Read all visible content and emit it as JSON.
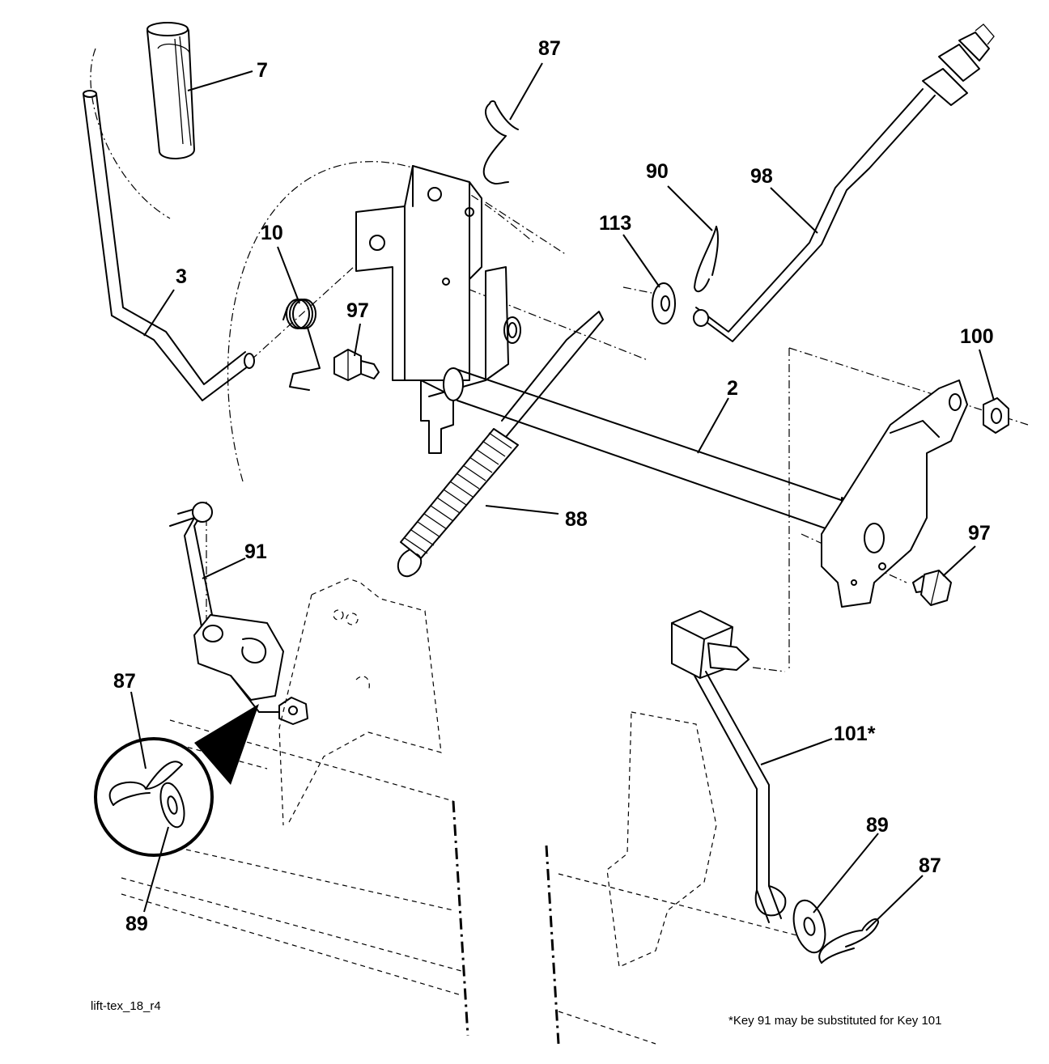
{
  "diagram": {
    "callouts": [
      {
        "key": "handle-grip",
        "text": "7"
      },
      {
        "key": "lift-lever",
        "text": "3"
      },
      {
        "key": "spring-small",
        "text": "10"
      },
      {
        "key": "bolt-left",
        "text": "97"
      },
      {
        "key": "hairpin-top",
        "text": "87"
      },
      {
        "key": "washer-113",
        "text": "113"
      },
      {
        "key": "hairpin-90",
        "text": "90"
      },
      {
        "key": "adjust-rod",
        "text": "98"
      },
      {
        "key": "nut-100",
        "text": "100"
      },
      {
        "key": "lift-shaft",
        "text": "2"
      },
      {
        "key": "extension-spring",
        "text": "88"
      },
      {
        "key": "bolt-right",
        "text": "97"
      },
      {
        "key": "lift-link-91",
        "text": "91"
      },
      {
        "key": "hairpin-inset",
        "text": "87"
      },
      {
        "key": "washer-inset",
        "text": "89"
      },
      {
        "key": "lift-link-101",
        "text": "101*"
      },
      {
        "key": "washer-right",
        "text": "89"
      },
      {
        "key": "hairpin-right",
        "text": "87"
      }
    ],
    "drawing_id": "lift-tex_18_r4",
    "footnote": "*Key 91 may be substituted for Key 101"
  }
}
